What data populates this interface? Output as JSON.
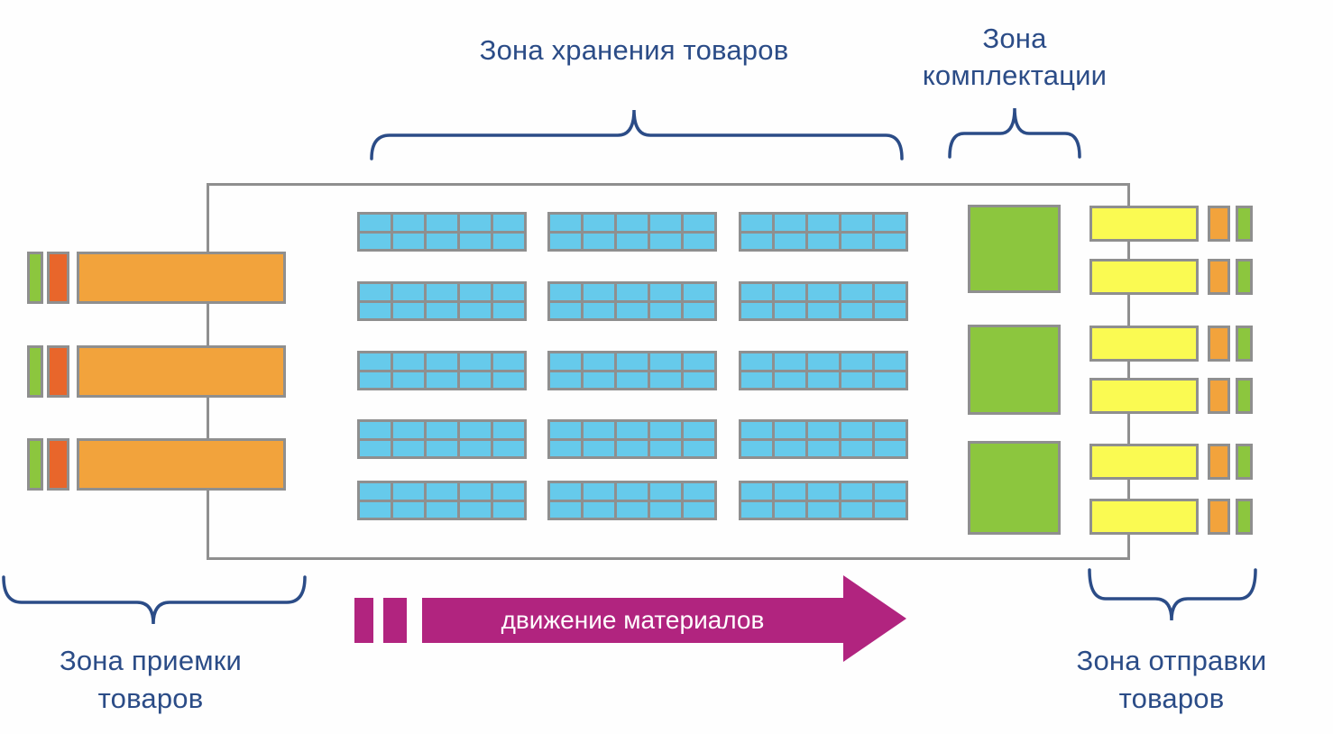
{
  "diagram": {
    "labels": {
      "storage_zone": "Зона хранения товаров",
      "picking_zone": "Зона комплектации",
      "receiving_zone": "Зона приемки товаров",
      "shipping_zone": "Зона отправки товаров",
      "material_flow": "движение материалов"
    },
    "colors": {
      "label_blue": "#2B4C87",
      "outline_gray": "#8F8F8F",
      "dock_orange": "#F2A33C",
      "dock_red_orange": "#E8662B",
      "accent_green": "#8CC63E",
      "shipping_yellow": "#FAFA52",
      "storage_cyan": "#66CAEB",
      "flow_magenta": "#B1247F"
    },
    "zones": {
      "receiving": {
        "dock_count": 3
      },
      "storage": {
        "rack_columns": 3,
        "rack_rows": 5,
        "rack_cells_wide": 5,
        "rack_cells_tall": 2
      },
      "picking": {
        "station_count": 3
      },
      "shipping": {
        "dock_count": 6
      }
    }
  }
}
